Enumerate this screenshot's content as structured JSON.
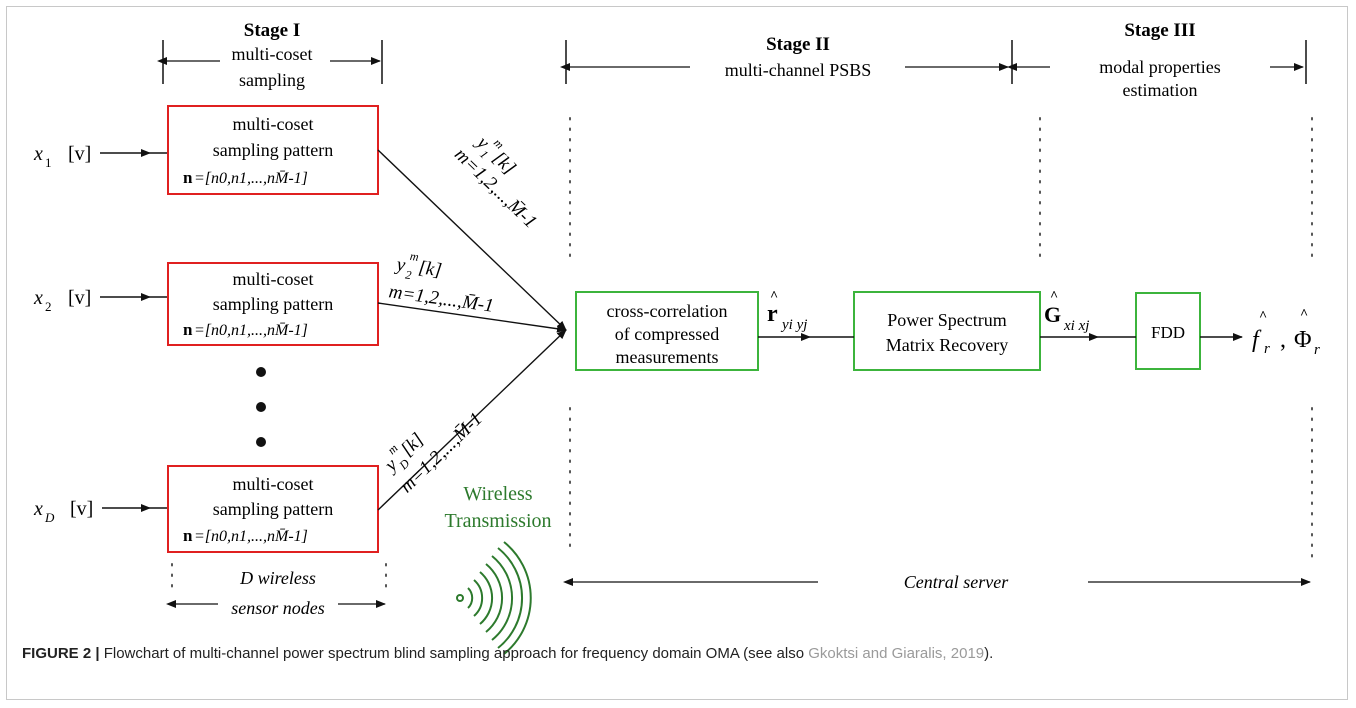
{
  "stages": {
    "stage1": {
      "title": "Stage I",
      "line1": "multi-coset",
      "line2": "sampling"
    },
    "stage2": {
      "title": "Stage II",
      "line1": "multi-channel PSBS"
    },
    "stage3": {
      "title": "Stage III",
      "line1": "modal properties",
      "line2": "estimation"
    }
  },
  "inputs": [
    {
      "sym": "x",
      "sub": "1",
      "arg": "[v]"
    },
    {
      "sym": "x",
      "sub": "2",
      "arg": "[v]"
    },
    {
      "sym": "x",
      "sub": "D",
      "arg": "[v]"
    }
  ],
  "sampler_box": {
    "line1": "multi-coset",
    "line2": "sampling pattern",
    "bold_n": "n",
    "pattern": "=[n0,n1,...,nM̄-1]"
  },
  "channel_labels": [
    {
      "y": "y",
      "sub": "1",
      "sup": "m",
      "k": "[k]",
      "m_range": "m=1,2,...,M̄-1"
    },
    {
      "y": "y",
      "sub": "2",
      "sup": "m",
      "k": "[k]",
      "m_range": "m=1,2,...,M̄-1"
    },
    {
      "y": "y",
      "sub": "D",
      "sup": "m",
      "k": "[k]",
      "m_range": "m=1,2,...,M̄-1"
    }
  ],
  "wireless": {
    "line1": "Wireless",
    "line2": "Transmission"
  },
  "sensor_nodes": {
    "line1": "D wireless",
    "line2": "sensor nodes"
  },
  "central_server": "Central server",
  "process_boxes": {
    "crosscorr": {
      "line1": "cross-correlation",
      "line2": "of compressed",
      "line3": "measurements"
    },
    "psm": {
      "line1": "Power Spectrum",
      "line2": "Matrix Recovery"
    },
    "fdd": {
      "label": "FDD"
    }
  },
  "signals": {
    "r_hat": {
      "sym": "r",
      "subs": "yi yj"
    },
    "g_hat": {
      "sym": "G",
      "subs": "xi xj"
    },
    "outputs": {
      "f": "f",
      "f_sub": "r",
      "sep": ",",
      "phi": "Φ",
      "phi_sub": "r"
    }
  },
  "colors": {
    "red_box": "#e02020",
    "green_box": "#3cb43c",
    "wireless_text": "#2d7a2d"
  },
  "caption": {
    "figure": "FIGURE 2 |",
    "text": " Flowchart of multi-channel power spectrum blind sampling approach for frequency domain OMA (see also ",
    "citation": "Gkoktsi and Giaralis, 2019",
    "end": ")."
  }
}
